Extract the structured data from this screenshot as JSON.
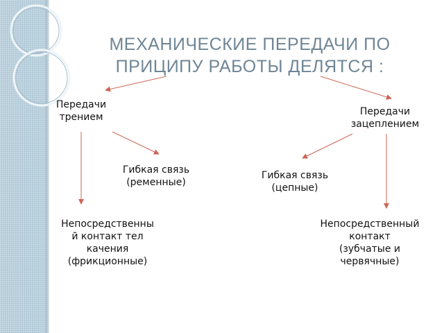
{
  "colors": {
    "arrow": "#cc6655",
    "title": "#6f8595",
    "sidebar": "#b9d0dd"
  },
  "title": {
    "line1": "МЕХАНИЧЕСКИЕ ПЕРЕДАЧИ ПО",
    "line2": "ПРИЦИПУ РАБОТЫ ДЕЛЯТСЯ :"
  },
  "nodes": {
    "friction": {
      "line1": "Передачи",
      "line2": "трением"
    },
    "engagement": {
      "line1": "Передачи",
      "line2": "зацеплением"
    },
    "flexible_belt": {
      "line1": "Гибкая связь",
      "line2": "(ременные)"
    },
    "flexible_chain": {
      "line1": "Гибкая связь",
      "line2": "(цепные)"
    },
    "direct_friction": {
      "line1": "Непосредственны",
      "line2": "й контакт тел",
      "line3": "качения",
      "line4": "(фрикционные)"
    },
    "direct_gear": {
      "line1": "Непосредственный",
      "line2": "контакт",
      "line3": "(зубчатые и",
      "line4": "червячные)"
    }
  }
}
